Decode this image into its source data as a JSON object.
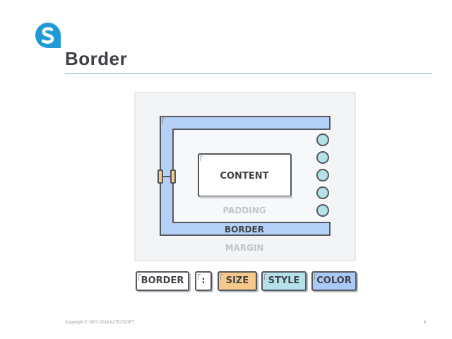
{
  "slide": {
    "title": "Border",
    "copyright": "Copyright © 2007-2018 ALTEXSOFT",
    "page_number": "8"
  },
  "diagram": {
    "content_label": "CONTENT",
    "padding_label": "PADDING",
    "border_label": "BORDER",
    "margin_label": "MARGIN",
    "style_dots_count": 5,
    "colors": {
      "margin_bg": "#f3f4f6",
      "border_fill": "#b5d1f7",
      "outline": "#55595f",
      "style_dot": "#b5e2ea",
      "muted_text": "#c2c6cb"
    }
  },
  "syntax": {
    "tokens": [
      {
        "label": "BORDER",
        "color": "#ffffff"
      },
      {
        "label": ":",
        "color": "#ffffff"
      },
      {
        "label": "SIZE",
        "color": "#f6c889"
      },
      {
        "label": "STYLE",
        "color": "#b5e2ea"
      },
      {
        "label": "COLOR",
        "color": "#a9c9f7"
      }
    ]
  },
  "icons": {
    "logo": "altexsoft-logo-icon",
    "size_handle": "size-handle-icon"
  }
}
